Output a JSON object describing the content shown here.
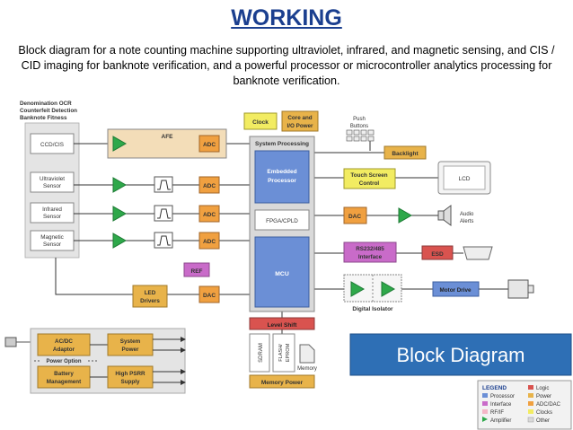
{
  "title": "WORKING",
  "subtitle": "Block diagram for a note counting machine supporting ultraviolet, infrared, and magnetic sensing, and CIS / CID imaging for banknote verification, and a powerful processor or microcontroller analytics processing for banknote verification.",
  "caption": "Block Diagram",
  "colors": {
    "title": "#1b3f8f",
    "processor": "#6b8fd6",
    "logic": "#d9534f",
    "interface": "#c96bc9",
    "power": "#e8b34a",
    "adc_dac": "#f0a040",
    "clocks": "#f2ec62",
    "amplifier": "#2ea84a",
    "caption_bg": "#2e6fb5"
  },
  "diagram": {
    "sensor_panel": {
      "header_1": "Denomination OCR",
      "header_2": "Counterfeit Detection",
      "header_3": "Banknote Fitness",
      "ccd": "CCD/CIS",
      "uv_1": "Ultraviolet",
      "uv_2": "Sensor",
      "ir_1": "Infrared",
      "ir_2": "Sensor",
      "mag_1": "Magnetic",
      "mag_2": "Sensor"
    },
    "afe": "AFE",
    "adc": "ADC",
    "dac": "DAC",
    "ref": "REF",
    "led_1": "LED",
    "led_2": "Drivers",
    "clock": "Clock",
    "core_1": "Core and",
    "core_2": "I/O Power",
    "push_1": "Push",
    "push_2": "Buttons",
    "backlight": "Backlight",
    "system_processing": "System Processing",
    "embedded_1": "Embedded",
    "embedded_2": "Processor",
    "fpga": "FPGA/CPLD",
    "mcu": "MCU",
    "touch_1": "Touch Screen",
    "touch_2": "Control",
    "lcd": "LCD",
    "audio_1": "Audio",
    "audio_2": "Alerts",
    "rs_1": "RS232/485",
    "rs_2": "Interface",
    "esd": "ESD",
    "motor_drive": "Motor Drive",
    "digital_isolator": "Digital Isolator",
    "level_shift": "Level Shift",
    "sdram": "SDRAM",
    "flash_1": "FLASH/",
    "flash_2": "EPROM",
    "memory": "Memory",
    "memory_power": "Memory Power",
    "acdc_1": "AC/DC",
    "acdc_2": "Adaptor",
    "power_option": "Power Option",
    "battery_1": "Battery",
    "battery_2": "Management",
    "system_power_1": "System",
    "system_power_2": "Power",
    "psrr_1": "High PSRR",
    "psrr_2": "Supply"
  },
  "legend": {
    "title": "LEGEND",
    "processor": "Processor",
    "interface": "Interface",
    "rfif": "RF/IF",
    "amplifier": "Amplifier",
    "logic": "Logic",
    "power": "Power",
    "adcdac": "ADC/DAC",
    "clocks": "Clocks",
    "other": "Other"
  }
}
